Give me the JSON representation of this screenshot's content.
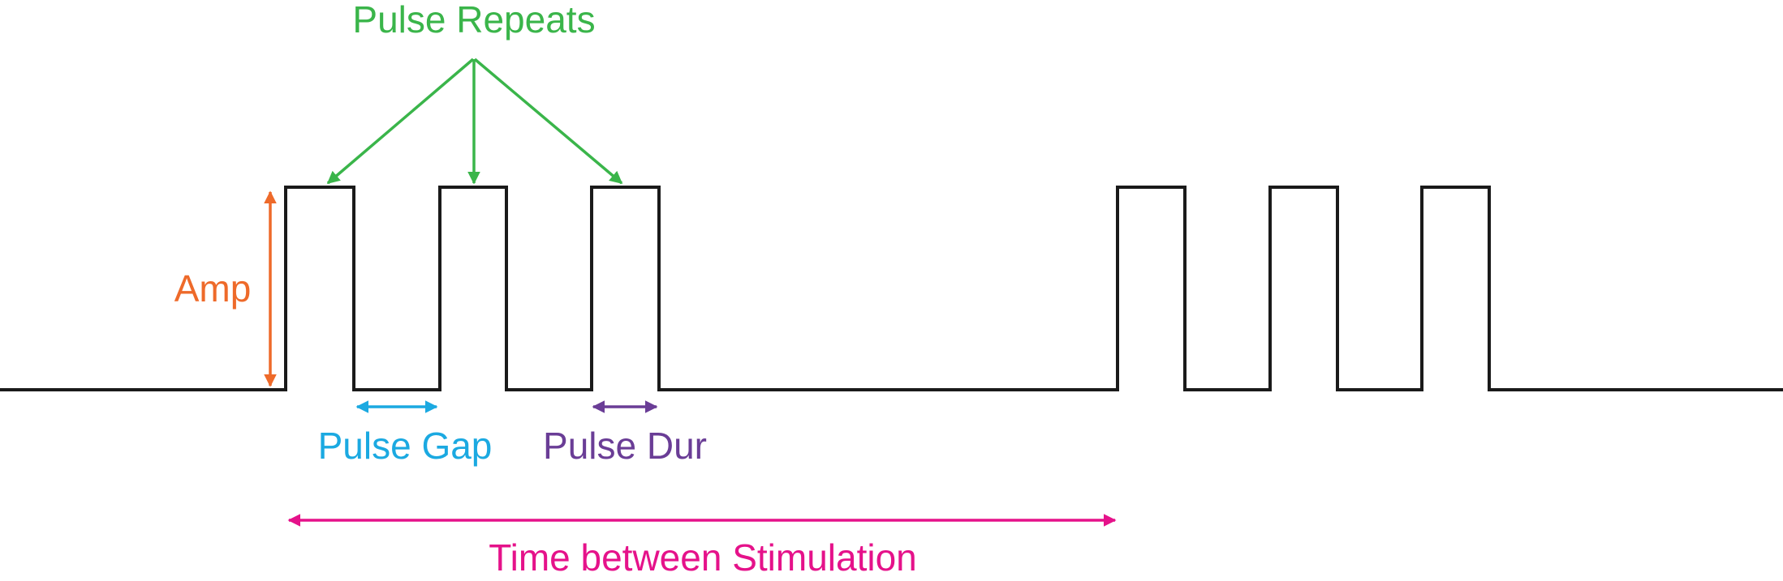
{
  "labels": {
    "pulse_repeats": "Pulse Repeats",
    "amp": "Amp",
    "pulse_gap": "Pulse Gap",
    "pulse_dur": "Pulse Dur",
    "time_between_stimulation": "Time between Stimulation"
  },
  "colors": {
    "waveform": "#1a1a1a",
    "pulse_repeats": "#3ab54a",
    "amp": "#ee6a2a",
    "pulse_gap": "#1ba9e1",
    "pulse_dur": "#6a3d96",
    "time_between_stimulation": "#e5128a"
  }
}
